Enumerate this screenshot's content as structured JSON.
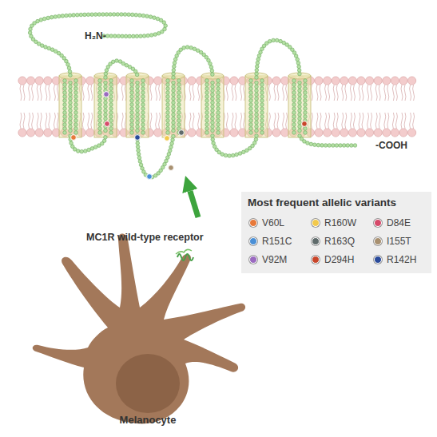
{
  "diagram": {
    "nodes": [
      {
        "text": [
          "H₂N-",
          "-COOH"
        ]
      },
      {
        "text": [
          "Melanocyte"
        ]
      }
    ],
    "edges": [
      {
        "from": 1,
        "to": 0,
        "arrow": "to"
      }
    ],
    "labels": [
      "MC1R wild-type receptor",
      "Most frequent allelic variants"
    ],
    "legend": [
      {
        "text": "V60L",
        "color": "#e8793a"
      },
      {
        "text": "R160W",
        "color": "#f2c94c"
      },
      {
        "text": "D84E",
        "color": "#d64a6a"
      },
      {
        "text": "R151C",
        "color": "#4a8fd6"
      },
      {
        "text": "R163Q",
        "color": "#5f6b6b"
      },
      {
        "text": "I155T",
        "color": "#a89070"
      },
      {
        "text": "V92M",
        "color": "#9a6ac0"
      },
      {
        "text": "D294H",
        "color": "#c8452a"
      },
      {
        "text": "R142H",
        "color": "#2a4a9a"
      }
    ]
  }
}
